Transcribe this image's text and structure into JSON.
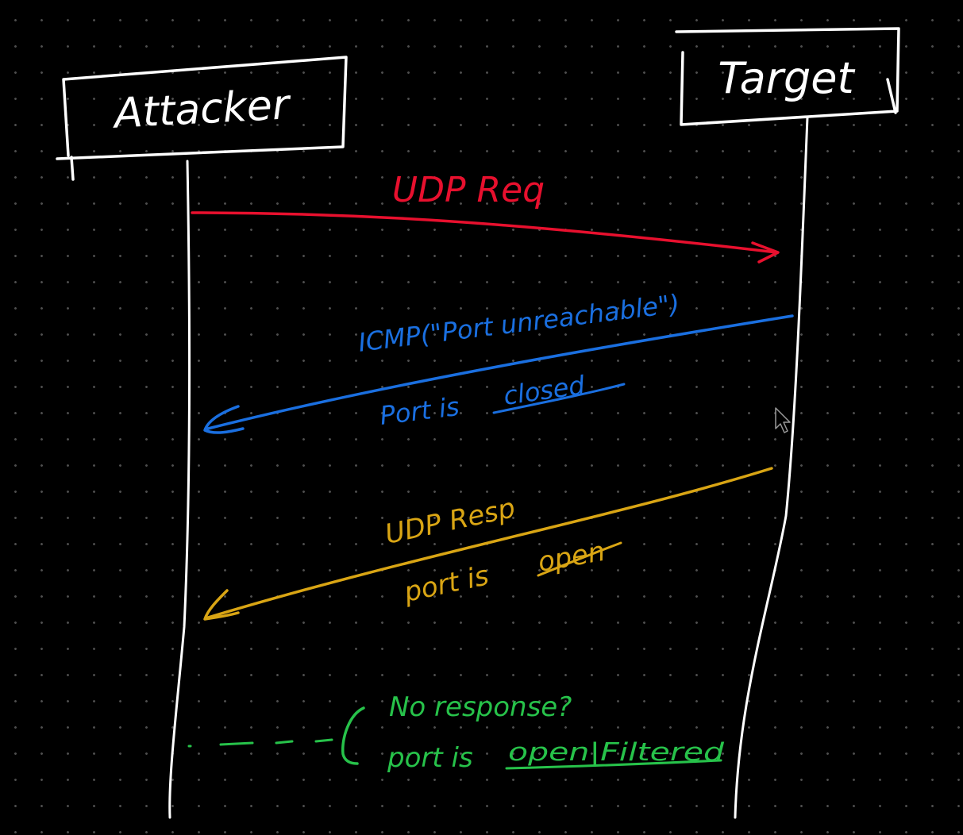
{
  "colors": {
    "background": "#000000",
    "ink": "#ffffff",
    "request": "#e8102e",
    "closed": "#1a6fe0",
    "open": "#d9a514",
    "filtered": "#27c24a"
  },
  "participants": {
    "attacker": "Attacker",
    "target": "Target"
  },
  "messages": {
    "udp_request": {
      "label": "UDP Req"
    },
    "icmp_reply": {
      "label": "ICMP(\"Port unreachable\")",
      "result_prefix": "Port is",
      "result_state": "closed"
    },
    "udp_response": {
      "label": "UDP Resp",
      "result_prefix": "port is",
      "result_state": "open"
    },
    "no_response": {
      "label": "No response?",
      "result_prefix": "port is",
      "result_state": "open|Filtered"
    }
  },
  "cursor_icon": "mouse-pointer-icon"
}
